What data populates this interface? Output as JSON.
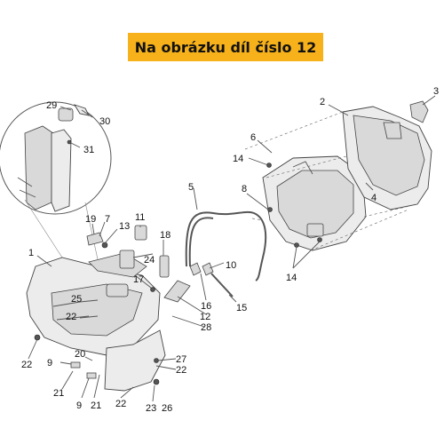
{
  "banner": {
    "text": "Na obrázku díl číslo 12"
  },
  "labels": [
    "1",
    "2",
    "3",
    "4",
    "5",
    "6",
    "7",
    "8",
    "9",
    "9",
    "10",
    "11",
    "12",
    "13",
    "14",
    "14",
    "15",
    "16",
    "17",
    "18",
    "19",
    "20",
    "21",
    "21",
    "22",
    "22",
    "22",
    "22",
    "23",
    "24",
    "25",
    "26",
    "27",
    "28",
    "29",
    "30",
    "31"
  ],
  "colors": {
    "banner": "#f7b21b",
    "line": "#444444",
    "part_fill": "#ececec"
  }
}
